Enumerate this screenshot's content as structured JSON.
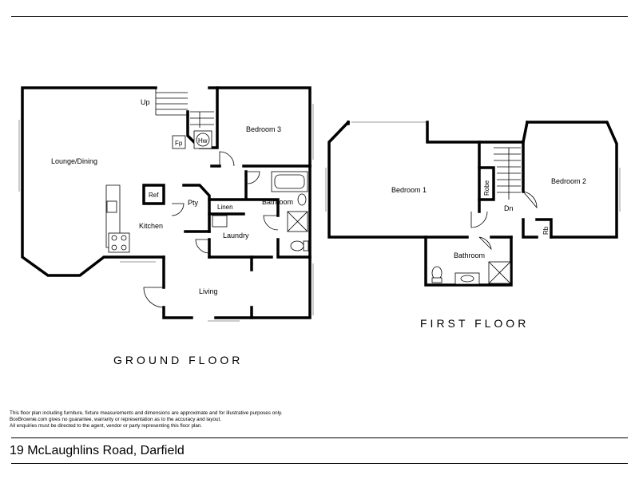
{
  "rooms": {
    "lounge_dining": "Lounge/Dining",
    "kitchen": "Kitchen",
    "up": "Up",
    "fp": "Fp",
    "hw": "Hw",
    "bedroom3": "Bedroom 3",
    "ref": "Ref",
    "pty": "Pty",
    "linen": "Linen",
    "bathroom_ground": "Bathroom",
    "laundry": "Laundry",
    "living": "Living",
    "bedroom1": "Bedroom 1",
    "robe": "Robe",
    "dn": "Dn",
    "bedroom2": "Bedroom 2",
    "rb": "Rb",
    "bathroom_first": "Bathroom"
  },
  "floors": {
    "ground": "GROUND FLOOR",
    "first": "FIRST FLOOR"
  },
  "disclaimer": {
    "line1": "This floor plan including furniture, fixture measurements and dimensions are approximate and for illustrative purposes only.",
    "line2": "BoxBrownie.com gives no guarantee, warranty or representation as to the accuracy and layout.",
    "line3": "All enquiries must be directed to the agent, vendor or party representing this floor plan."
  },
  "address": "19 McLaughlins Road, Darfield"
}
